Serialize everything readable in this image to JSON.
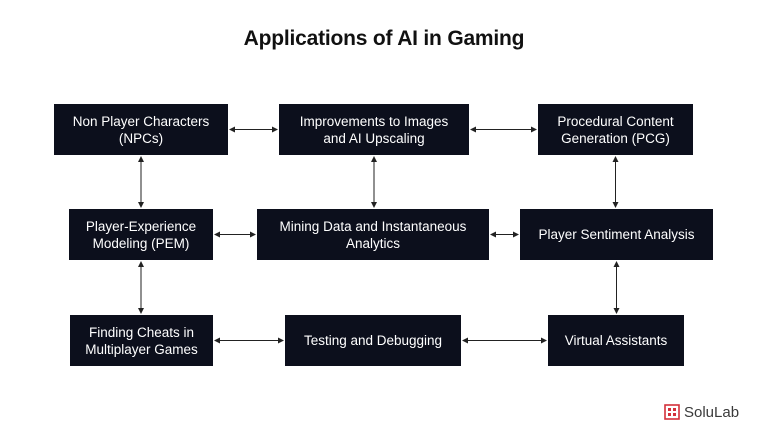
{
  "title": "Applications of AI in Gaming",
  "nodes": {
    "npc": "Non Player Characters\n(NPCs)",
    "upscaling": "Improvements to Images\nand AI Upscaling",
    "pcg": "Procedural Content\nGeneration (PCG)",
    "pem": "Player-Experience\nModeling (PEM)",
    "mining": "Mining Data and Instantaneous\nAnalytics",
    "sentiment": "Player Sentiment Analysis",
    "cheats": "Finding Cheats in\nMultiplayer Games",
    "testing": "Testing and Debugging",
    "assistants": "Virtual Assistants"
  },
  "connections": [
    [
      "npc",
      "upscaling"
    ],
    [
      "upscaling",
      "pcg"
    ],
    [
      "npc",
      "pem"
    ],
    [
      "upscaling",
      "mining"
    ],
    [
      "pcg",
      "sentiment"
    ],
    [
      "pem",
      "mining"
    ],
    [
      "mining",
      "sentiment"
    ],
    [
      "pem",
      "cheats"
    ],
    [
      "sentiment",
      "assistants"
    ],
    [
      "cheats",
      "testing"
    ],
    [
      "testing",
      "assistants"
    ]
  ],
  "brand": {
    "name": "SoluLab",
    "logo_color": "#d3303a"
  },
  "colors": {
    "node_bg": "#0c0f1c",
    "node_text": "#ffffff",
    "connector": "#222222"
  }
}
